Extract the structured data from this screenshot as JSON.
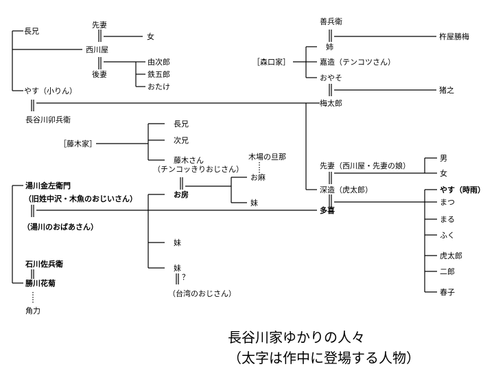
{
  "title": {
    "line1": "長谷川家ゆかりの人々",
    "line2": "（太字は作中に登場する人物）"
  },
  "people": {
    "choukei_top": "長兄",
    "sensai_top": "先妻",
    "onna_top": "女",
    "nishikawaya": "西川屋",
    "gosai": "後妻",
    "yujiro": "由次郎",
    "tetsugoro": "鉄五郎",
    "otake": "おたけ",
    "yasu_korin": "やす（小りん）",
    "hasegawa_uhei": "長谷川卯兵衛",
    "zenbei": "善兵衛",
    "kineya": "杵屋勝梅",
    "ane": "姉",
    "moriguchi": "［森口家］",
    "kazo": "嘉造（テンコツさん）",
    "oyaso": "おやそ",
    "inoyuki": "猪之",
    "umetaro": "梅太郎",
    "fujiki_house": "［藤木家］",
    "fujiki_choukei": "長兄",
    "fujiki_jikei": "次兄",
    "fujiki_san": "藤木さん",
    "chinkokki": "（チンコッきりおじさん）",
    "kiba_danna": "木場の旦那",
    "oasa": "お麻",
    "imouto_asa": "妹",
    "fusa": "お房",
    "yugawa_kinzaemon": "湯川金左衛門",
    "kyusei": "（旧姓中沢・木魚のおじいさん）",
    "yugawa_obaasan": "（湯川のおばあさん）",
    "imouto1": "妹",
    "imouto2": "妹",
    "question": "？",
    "taiwan_ojisan": "（台湾のおじさん）",
    "ishikawa_sahei": "石川佐兵衛",
    "katsukawa_hanagiku": "勝川花菊",
    "rikishi": "角力",
    "sensai_nishikawa": "先妻（西川屋・先妻の娘）",
    "otoko": "男",
    "onna2": "女",
    "fukazo": "深造（虎太郎）",
    "taki": "多喜",
    "yasu_shigure": "やす（時雨）",
    "matsu": "まつ",
    "maru": "まる",
    "fuku": "ふく",
    "kotaro": "虎太郎",
    "jiro": "二郎",
    "haruko": "春子"
  }
}
